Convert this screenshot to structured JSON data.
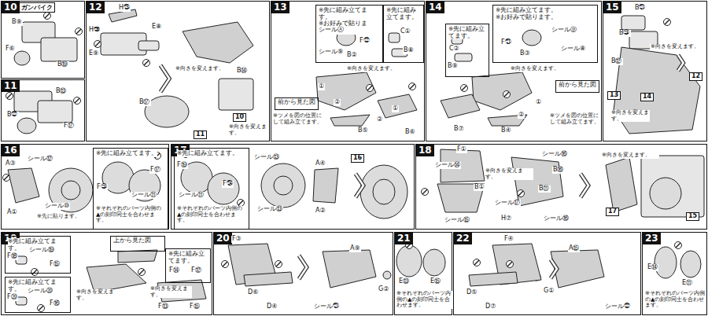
{
  "diagram": {
    "nodes": [
      {
        "text": [
          "10",
          "ガンバイク"
        ]
      },
      {
        "text": [
          "11"
        ]
      },
      {
        "text": [
          "12"
        ]
      },
      {
        "text": [
          "13"
        ]
      },
      {
        "text": [
          "※先に組み立てます。",
          "※お好みで貼ります。"
        ],
        "in": 3
      },
      {
        "text": [
          "※先に組み立てます。"
        ],
        "in": 3
      },
      {
        "text": [
          "前から見た図"
        ],
        "in": 3
      },
      {
        "text": [
          "14"
        ]
      },
      {
        "text": [
          "※先に組み立てます。"
        ],
        "in": 7
      },
      {
        "text": [
          "※先に組み立てます。",
          "※お好みで貼ります。"
        ],
        "in": 7
      },
      {
        "text": [
          "前から見た図"
        ],
        "in": 7
      },
      {
        "text": [
          "15"
        ]
      },
      {
        "text": [
          "16"
        ]
      },
      {
        "text": [
          "※先に組み立てます。"
        ],
        "in": 12
      },
      {
        "text": [
          "17"
        ]
      },
      {
        "text": [
          "※先に組み立てます。"
        ],
        "in": 14
      },
      {
        "text": [
          "18"
        ]
      },
      {
        "text": [
          "19"
        ]
      },
      {
        "text": [
          "※先に組み立てます。"
        ],
        "in": 17
      },
      {
        "text": [
          "※先に組み立てます。"
        ],
        "in": 17
      },
      {
        "text": [
          "上から見た図"
        ],
        "in": 17
      },
      {
        "text": [
          "※先に組み立てます。"
        ],
        "in": 17
      },
      {
        "text": [
          "20"
        ]
      },
      {
        "text": [
          "21"
        ]
      },
      {
        "text": [
          "22"
        ]
      },
      {
        "text": [
          "23"
        ]
      }
    ],
    "labels": [
      "B⑨",
      "F⑥",
      "B⑲",
      "B⑬",
      "B㉒",
      "F⑰",
      "H㉕",
      "H㉖",
      "E⑧",
      "E⑨",
      "※向きを変えます。",
      "B⑭",
      "B⑰",
      "10",
      "※向きを変えます。",
      "11",
      "シールⒶ",
      "F㉒",
      "シール⑨",
      "B②",
      "C①",
      "B⑧",
      "※向きを変えます。",
      "①",
      "②",
      "①",
      "②",
      "B⑤",
      "B⑥",
      "※ツメを図の位置にして組み立てます。",
      "C②",
      "B⑨",
      "F㉑",
      "B③",
      "シールⒷ",
      "シール⑧",
      "※向きを変えます。",
      "※ツメを図の位置にして組み立てます。",
      "B⑦",
      "B④",
      "①",
      "②",
      "B㉑",
      "B㉓",
      "B⑫",
      "※向きを変えます。",
      "12",
      "13",
      "14",
      "※向きを変えます。",
      "A③",
      "シール⑫",
      "A①",
      "シール⑩",
      "※先に貼ります。",
      "F⑰",
      "F㉓",
      "シール⑪",
      "※それぞれのパーツ内側の▲の刻印同士を合わせます。",
      "F⑲",
      "シール⑪",
      "F㉔",
      "※それぞれのパーツ内側の▲の刻印同士を合わせます。",
      "シール⑬",
      "A④",
      "A②",
      "シール⑬",
      "16",
      "F①",
      "シール⑭",
      "B①",
      "シール⑮",
      "※向きを変えます。",
      "シール⑯",
      "B⑯",
      "B⑪",
      "シール⑰",
      "H⑦",
      "シール⑯",
      "※向きを変えます。",
      "17",
      "15",
      "F⑱",
      "シール⑲",
      "F⑮",
      "F⑳",
      "シール⑳",
      "F⑯",
      "※向きを変えます。",
      "F⑫",
      "F⑭",
      "※向きを変えます。",
      "F⑬",
      "F⑮",
      "F③",
      "A⑨",
      "G②",
      "D⑥",
      "D④",
      "シール㉑",
      "E⑬",
      "E⑮",
      "※それぞれのパーツ内側の▲の刻印同士を合わせます。",
      "F④",
      "A⑮",
      "D⑤",
      "D⑦",
      "G①",
      "シール㉒",
      "E⑭",
      "E⑪",
      "※それぞれのパーツ内側の▲の刻印同士を合わせます。"
    ]
  }
}
